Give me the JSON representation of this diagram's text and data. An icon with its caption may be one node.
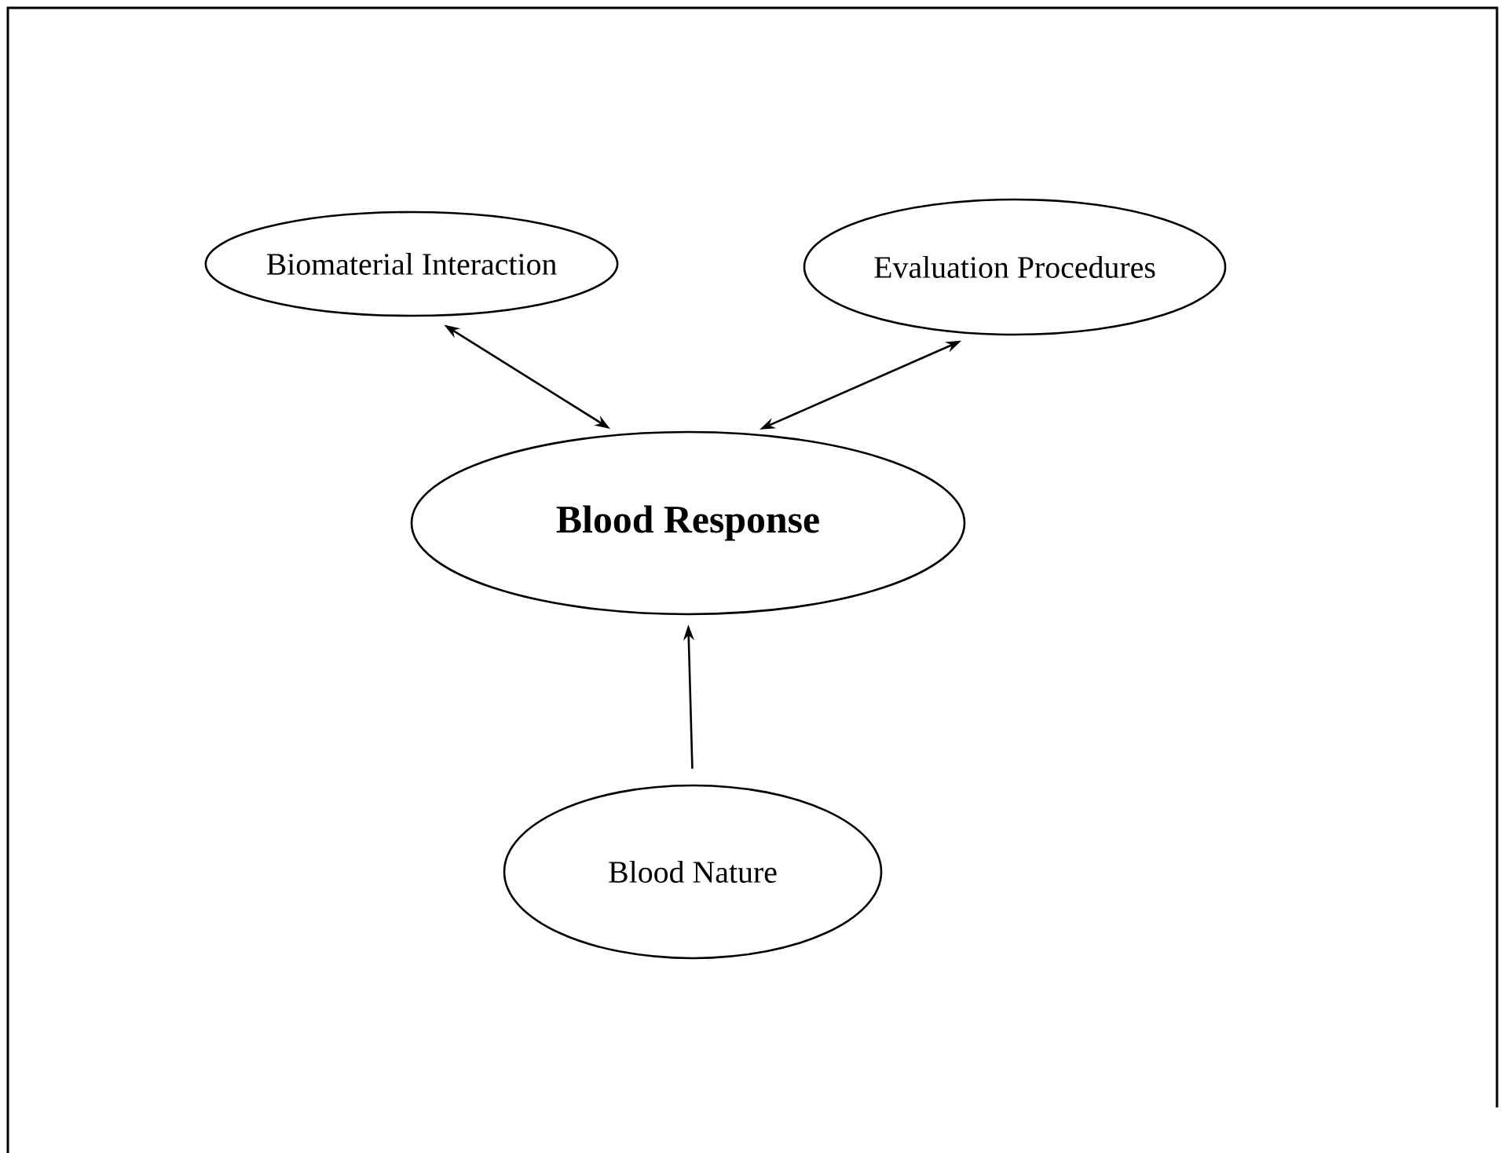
{
  "diagram": {
    "nodes": [
      {
        "text": [
          "Biomaterial Interaction"
        ]
      },
      {
        "text": [
          "Evaluation Procedures"
        ]
      },
      {
        "text": [
          "Blood Response"
        ]
      },
      {
        "text": [
          "Blood Nature"
        ]
      }
    ],
    "edges": [
      {
        "from": 0,
        "to": 2,
        "arrow": "both"
      },
      {
        "from": 1,
        "to": 2,
        "arrow": "both"
      },
      {
        "from": 3,
        "to": 2,
        "arrow": "to"
      }
    ]
  }
}
